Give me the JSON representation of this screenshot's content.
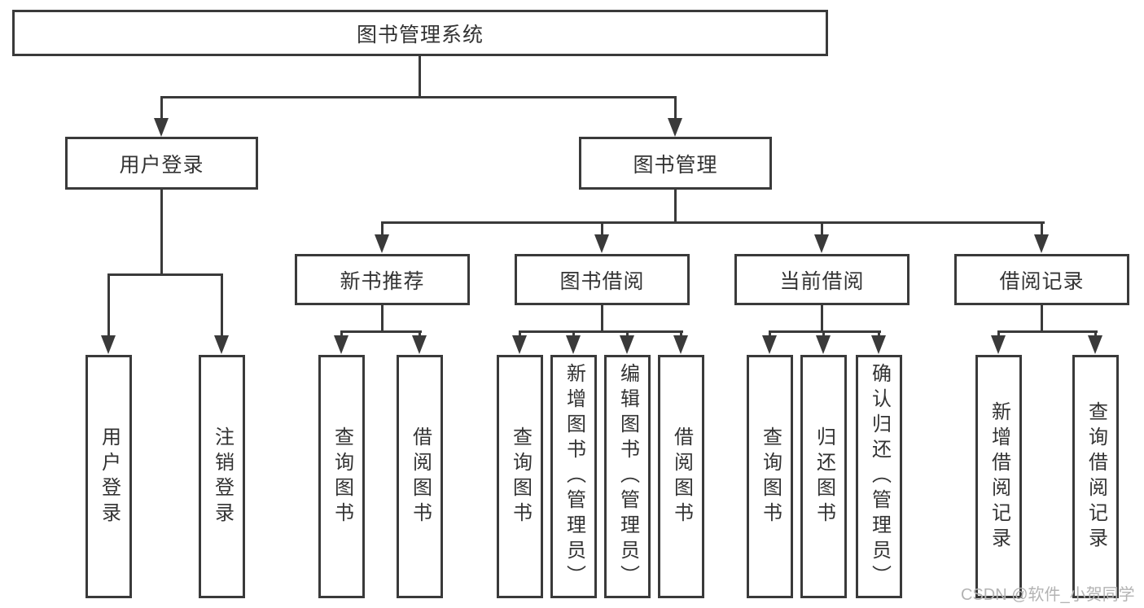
{
  "diagram": {
    "root": "图书管理系统",
    "branches": [
      {
        "label": "用户登录",
        "children": [
          "用户登录",
          "注销登录"
        ]
      },
      {
        "label": "图书管理",
        "sections": [
          {
            "label": "新书推荐",
            "children": [
              "查询图书",
              "借阅图书"
            ]
          },
          {
            "label": "图书借阅",
            "children": [
              "查询图书",
              "新增图书（管理员）",
              "编辑图书（管理员）",
              "借阅图书"
            ]
          },
          {
            "label": "当前借阅",
            "children": [
              "查询图书",
              "归还图书",
              "确认归还（管理员）"
            ]
          },
          {
            "label": "借阅记录",
            "children": [
              "新增借阅记录",
              "查询借阅记录"
            ]
          }
        ]
      }
    ],
    "watermark": "CSDN @软件_小贺同学"
  },
  "colors": {
    "line": "#3a3a3a",
    "text": "#333333",
    "watermark": "#b3b3b3",
    "background": "#ffffff"
  }
}
